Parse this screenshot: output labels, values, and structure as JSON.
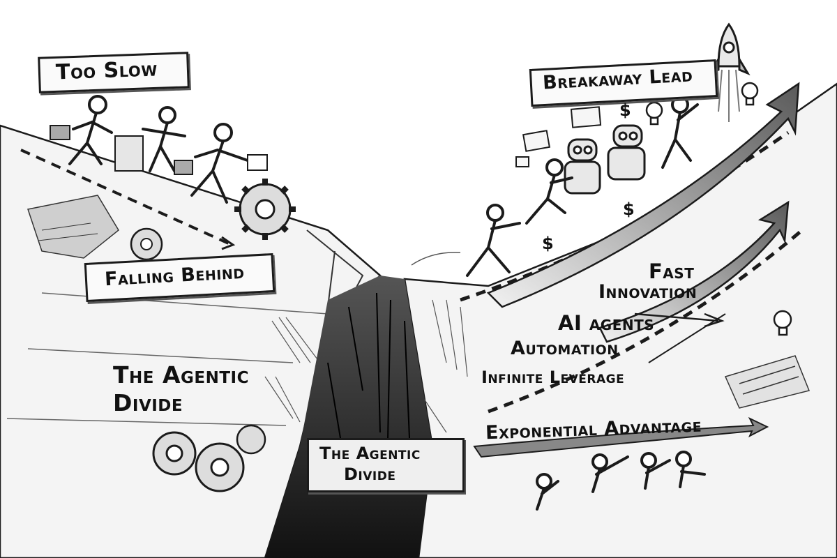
{
  "labels": {
    "too_slow": "Too Slow",
    "falling_behind": "Falling Behind",
    "agentic_divide_left": "The Agentic",
    "agentic_divide_left_2": "Divide",
    "agentic_divide_center": "The Agentic",
    "agentic_divide_center_2": "Divide",
    "breakaway_lead": "Breakaway Lead",
    "fast": "Fast",
    "innovation": "Innovation",
    "ai_agents": "AI agents",
    "automation": "Automation",
    "infinite_leverage": "Infinite Leverage",
    "exponential_advantage": "Exponential Advantage"
  },
  "symbols": {
    "dollar": "$"
  },
  "colors": {
    "ink": "#1b1b1b",
    "shade": "#6e6e6e",
    "paper": "#ffffff"
  }
}
